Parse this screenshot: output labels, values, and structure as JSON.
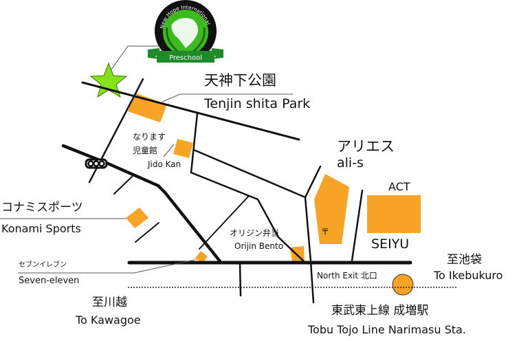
{
  "logo": {
    "name": "New Hope International",
    "ribbon": "Preschool",
    "colors": {
      "ring": "#111111",
      "inner": "#3dbb1e",
      "ribbon": "#1e8a2a"
    }
  },
  "marker": {
    "type": "star",
    "color": "#84e21a",
    "meaning": "school location"
  },
  "landmarks": {
    "tenjin_park": {
      "jp": "天神下公園",
      "en": "Tenjin shita Park"
    },
    "jido_kan": {
      "jp_line1": "なります",
      "jp_line2": "児童館",
      "en": "Jido Kan"
    },
    "konami": {
      "jp": "コナミスポーツ",
      "en": "Konami Sports"
    },
    "seven_eleven": {
      "jp": "セブンイレブン",
      "en": "Seven-eleven"
    },
    "origin_bento": {
      "jp": "オリジン弁当",
      "en": "Orijin Bento"
    },
    "alis": {
      "jp": "アリエス",
      "en": "ali-s",
      "post_office_symbol": "〒"
    },
    "act": {
      "label": "ACT"
    },
    "seiyu": {
      "label": "SEIYU"
    }
  },
  "directions": {
    "kawagoe": {
      "jp": "至川越",
      "en": "To Kawagoe"
    },
    "ikebukuro": {
      "jp": "至池袋",
      "en": "To Ikebukuro"
    }
  },
  "station": {
    "exit": "North Exit 北口",
    "jp": "東武東上線 成増駅",
    "en": "Tobu Tojo Line Narimasu Sta."
  },
  "colors": {
    "building": "#f7a325",
    "road": "#111111",
    "leader_line": "#555555",
    "background": "#ffffff"
  }
}
